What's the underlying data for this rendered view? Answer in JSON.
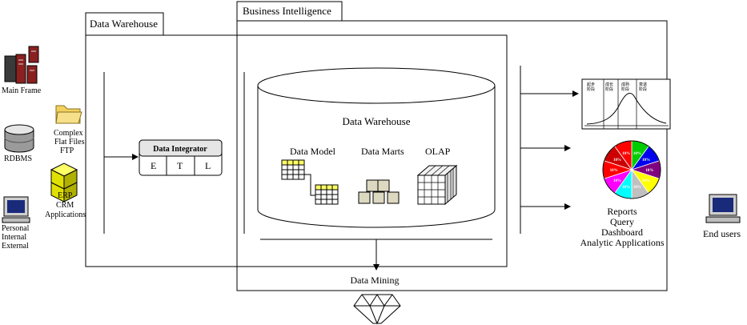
{
  "frames": {
    "data_warehouse_tab": "Data Warehouse",
    "business_intelligence_tab": "Business Intelligence"
  },
  "sources": [
    {
      "label_lines": [
        "Main Frame"
      ],
      "icon": "mainframe-icon"
    },
    {
      "label_lines": [
        "RDBMS"
      ],
      "icon": "database-icon"
    },
    {
      "label_lines": [
        "Personal",
        "Internal",
        "External"
      ],
      "icon": "computer-icon"
    },
    {
      "label_lines": [
        "Complex",
        "Flat Files",
        "FTP"
      ],
      "icon": "folder-icon"
    },
    {
      "label_lines": [
        "ERP",
        "CRM",
        "Applications"
      ],
      "icon": "cube-stack-icon"
    }
  ],
  "integrator": {
    "title": "Data Integrator",
    "steps": [
      "E",
      "T",
      "L"
    ]
  },
  "warehouse": {
    "title": "Data Warehouse",
    "components": [
      "Data Model",
      "Data Marts",
      "OLAP"
    ]
  },
  "mining": {
    "label": "Data Mining",
    "icon": "diamond-icon"
  },
  "outputs": {
    "label_lines": [
      "Reports",
      "Query",
      "Dashboard",
      "Analytic Applications"
    ],
    "chart_phases": [
      "起步\n阶段",
      "成长\n阶段",
      "成熟\n阶段",
      "衰退\n阶段"
    ],
    "pie_slices": [
      {
        "label": "10%",
        "color": "#00cc00"
      },
      {
        "label": "10%",
        "color": "#0000ee"
      },
      {
        "label": "10%",
        "color": "#800080"
      },
      {
        "label": "10%",
        "color": "#ffff00"
      },
      {
        "label": "10%",
        "color": "#c0c0c0"
      },
      {
        "label": "10%",
        "color": "#00ffff"
      },
      {
        "label": "10%",
        "color": "#ff00ff"
      },
      {
        "label": "10%",
        "color": "#ff0000"
      },
      {
        "label": "10%",
        "color": "#cc0000"
      },
      {
        "label": "10%",
        "color": "#ff0000"
      }
    ]
  },
  "end_users": {
    "label": "End users",
    "icon": "computer-icon"
  }
}
